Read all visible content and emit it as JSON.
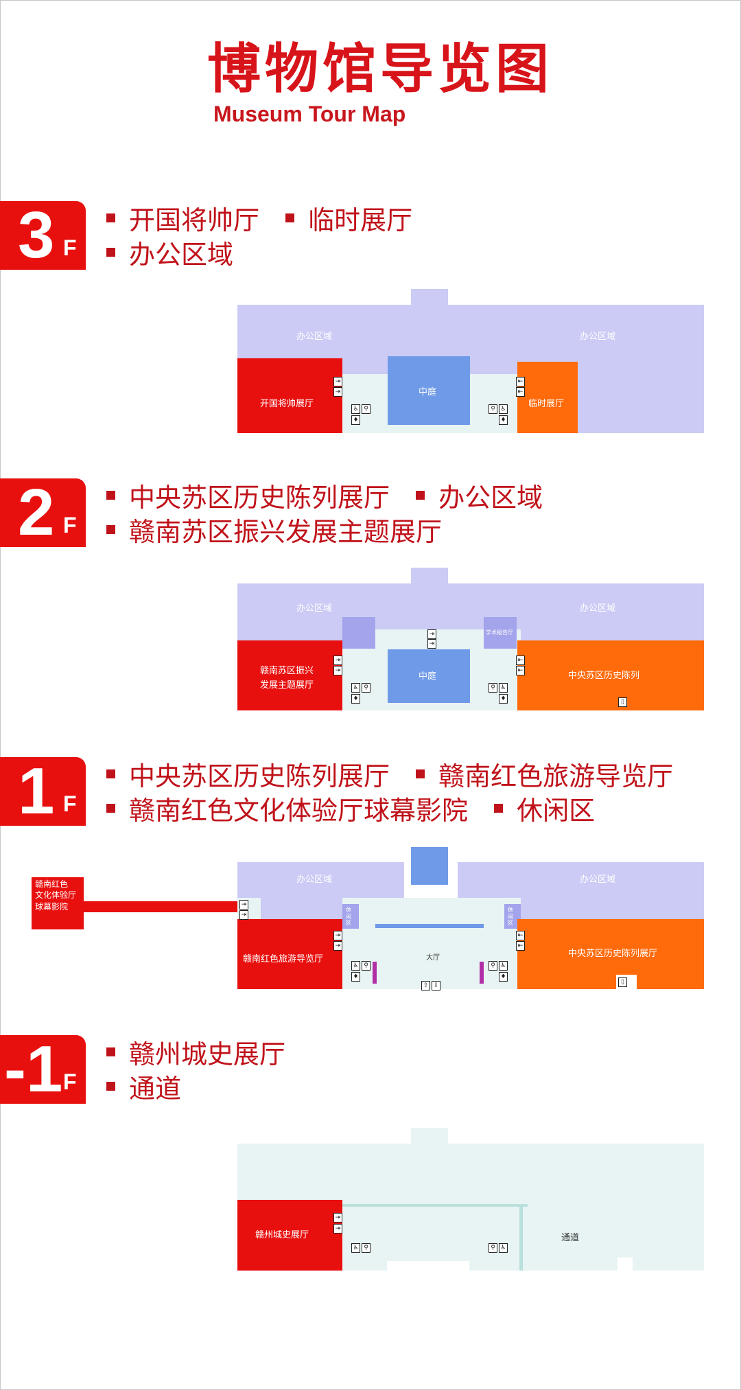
{
  "header": {
    "title_cn": "博物馆导览图",
    "title_en": "Museum Tour Map"
  },
  "colors": {
    "red": "#e8100f",
    "orange": "#ff6a0a",
    "lavender": "#cbcbf5",
    "blue": "#6f9ae8",
    "light": "#e8f4f3"
  },
  "floors": [
    {
      "num": "3",
      "f": "F",
      "legend_lines": [
        [
          "开国将帅厅",
          "临时展厅"
        ],
        [
          "办公区域"
        ]
      ],
      "plan": {
        "office_left": "办公区域",
        "office_right": "办公区域",
        "hall_left": "开国将帅展厅",
        "center": "中庭",
        "hall_right": "临时展厅"
      }
    },
    {
      "num": "2",
      "f": "F",
      "legend_lines": [
        [
          "中央苏区历史陈列展厅",
          "办公区域"
        ],
        [
          "赣南苏区振兴发展主题展厅"
        ]
      ],
      "plan": {
        "office_left": "办公区域",
        "office_right": "办公区域",
        "hall_left_1": "赣南苏区振兴",
        "hall_left_2": "发展主题展厅",
        "center": "中庭",
        "hall_right": "中央苏区历史陈列",
        "small_room": "学术报告厅"
      }
    },
    {
      "num": "1",
      "f": "F",
      "legend_lines": [
        [
          "中央苏区历史陈列展厅",
          "赣南红色旅游导览厅"
        ],
        [
          "赣南红色文化体验厅球幕影院",
          "休闲区"
        ]
      ],
      "plan": {
        "office_left": "办公区域",
        "office_right": "办公区域",
        "hall_left": "赣南红色旅游导览厅",
        "lobby": "大厅",
        "hall_right": "中央苏区历史陈列展厅",
        "rest_left": "休闲区",
        "rest_right": "休闲区",
        "external_1": "赣南红色",
        "external_2": "文化体验厅",
        "external_3": "球幕影院"
      }
    },
    {
      "num": "-1",
      "f": "F",
      "legend_lines": [
        [
          "赣州城史展厅"
        ],
        [
          "通道"
        ]
      ],
      "plan": {
        "hall_left": "赣州城史展厅",
        "passage": "通道"
      }
    }
  ]
}
